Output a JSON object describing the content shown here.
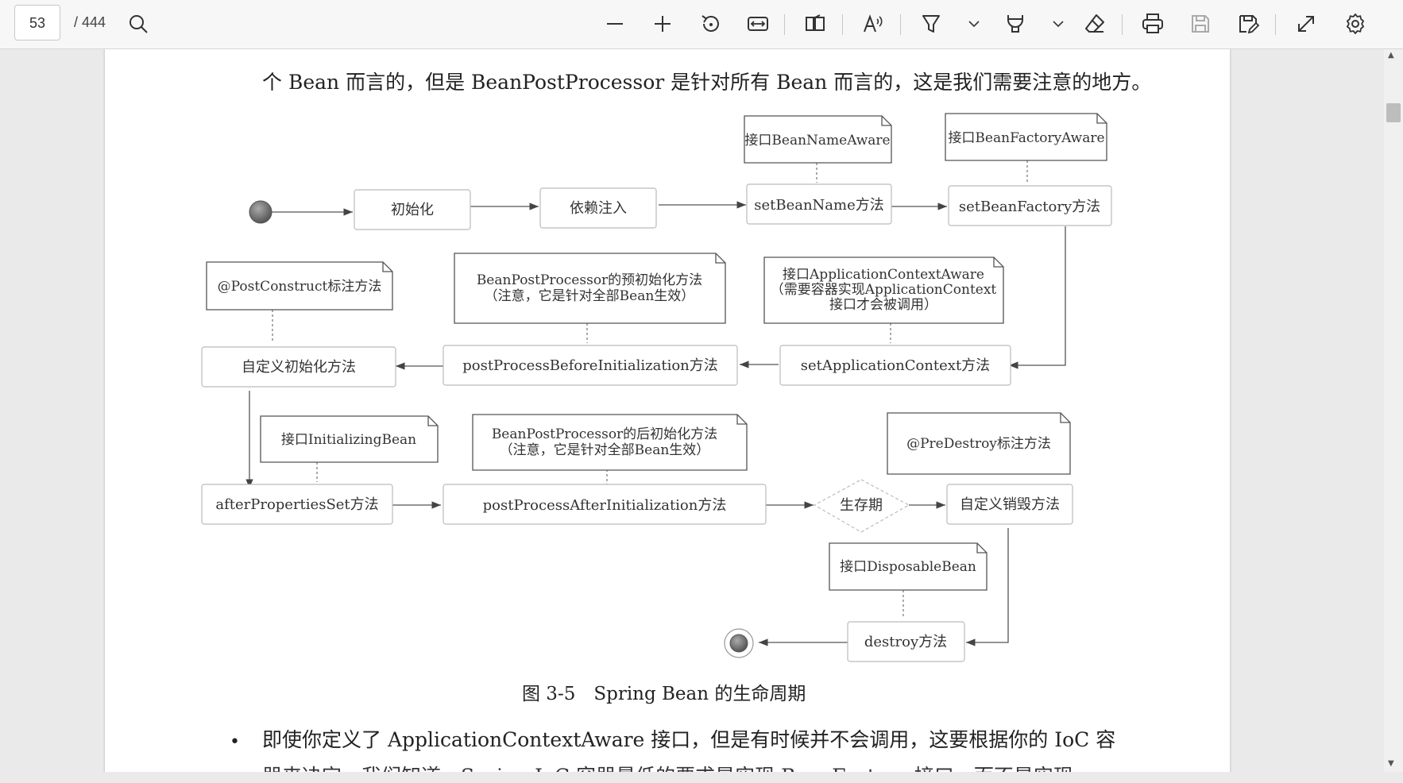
{
  "toolbar": {
    "page_number": "53",
    "page_total": "/ 444",
    "icons": [
      "search-icon",
      "zoom-out-icon",
      "zoom-in-icon",
      "rotate-icon",
      "fit-width-icon",
      "two-page-icon",
      "read-aloud-icon",
      "highlight-icon",
      "chevron-down-icon",
      "draw-icon",
      "chevron-down-icon",
      "eraser-icon",
      "print-icon",
      "save-icon",
      "save-as-icon",
      "fullscreen-icon",
      "settings-icon"
    ]
  },
  "document": {
    "line1": "个 Bean 而言的，但是 BeanPostProcessor 是针对所有 Bean 而言的，这是我们需要注意的地方。",
    "caption": "图 3-5　Spring Bean 的生命周期",
    "bullet": "•",
    "line3": "即使你定义了 ApplicationContextAware 接口，但是有时候并不会调用，这要根据你的 IoC 容",
    "line4": "器来决定。我们知道，Spring IoC 容器最低的要求是实现 BeanFactory 接口，而不是实现"
  },
  "diagram": {
    "boxes": {
      "init": "初始化",
      "di": "依赖注入",
      "set_bean_name": "setBeanName方法",
      "set_bean_factory": "setBeanFactory方法",
      "custom_init": "自定义初始化方法",
      "before_init": "postProcessBeforeInitialization方法",
      "set_app_ctx": "setApplicationContext方法",
      "after_props": "afterPropertiesSet方法",
      "after_init": "postProcessAfterInitialization方法",
      "lifetime": "生存期",
      "custom_destroy": "自定义销毁方法",
      "destroy": "destroy方法"
    },
    "notes": {
      "bean_name_aware": "接口BeanNameAware",
      "bean_factory_aware": "接口BeanFactoryAware",
      "post_construct": "@PostConstruct标注方法",
      "bpp_before_1": "BeanPostProcessor的预初始化方法",
      "bpp_before_2": "（注意，它是针对全部Bean生效）",
      "aca_1": "接口ApplicationContextAware",
      "aca_2": "（需要容器实现ApplicationContext",
      "aca_3": "接口才会被调用）",
      "initializing_bean": "接口InitializingBean",
      "bpp_after_1": "BeanPostProcessor的后初始化方法",
      "bpp_after_2": "（注意，它是针对全部Bean生效）",
      "pre_destroy": "@PreDestroy标注方法",
      "disposable_bean": "接口DisposableBean"
    }
  }
}
